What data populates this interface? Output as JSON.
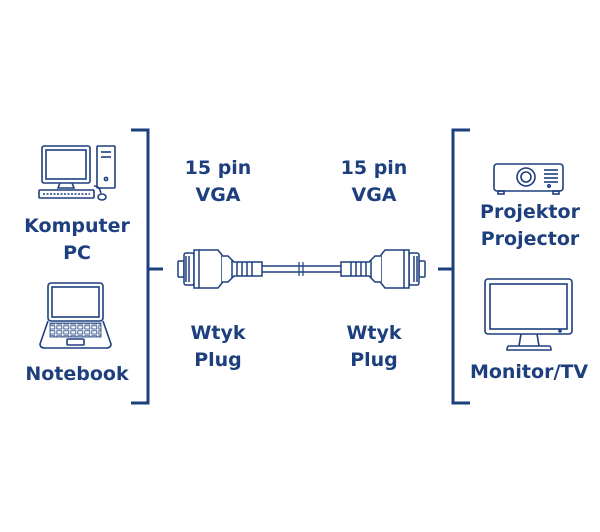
{
  "left": {
    "computer_label_line1": "Komputer",
    "computer_label_line2": "PC",
    "notebook_label": "Notebook"
  },
  "connectors": {
    "left_pin_line1": "15 pin",
    "left_pin_line2": "VGA",
    "right_pin_line1": "15 pin",
    "right_pin_line2": "VGA",
    "left_plug_line1": "Wtyk",
    "left_plug_line2": "Plug",
    "right_plug_line1": "Wtyk",
    "right_plug_line2": "Plug"
  },
  "right": {
    "projector_label_line1": "Projektor",
    "projector_label_line2": "Projector",
    "monitor_label": "Monitor/TV"
  },
  "colors": {
    "line": "#1d3f7e",
    "icon_bg": "#ffffff"
  }
}
